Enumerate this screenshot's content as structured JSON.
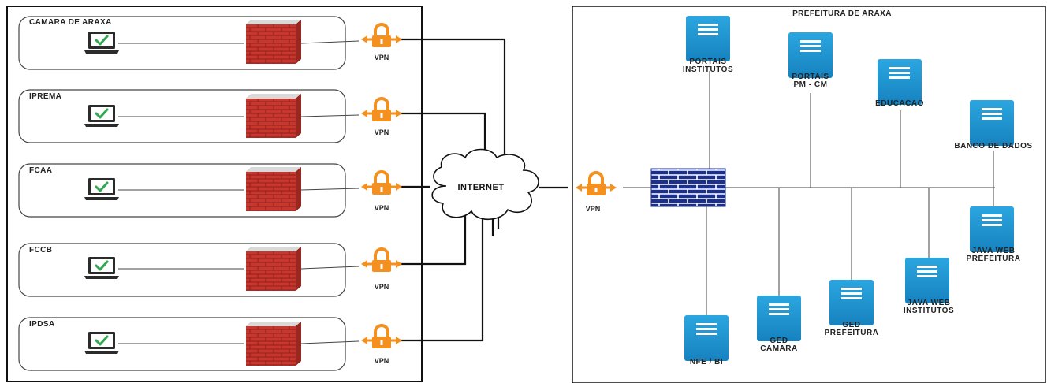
{
  "left_sites": [
    {
      "name": "CAMARA DE ARAXA",
      "vpn": "VPN"
    },
    {
      "name": "IPREMA",
      "vpn": "VPN"
    },
    {
      "name": "FCAA",
      "vpn": "VPN"
    },
    {
      "name": "FCCB",
      "vpn": "VPN"
    },
    {
      "name": "IPDSA",
      "vpn": "VPN"
    }
  ],
  "internet": {
    "label": "INTERNET"
  },
  "prefeitura": {
    "title": "PREFEITURA DE ARAXA",
    "vpn": "VPN",
    "servers": [
      {
        "label1": "PORTAIS",
        "label2": "INSTITUTOS"
      },
      {
        "label1": "PORTAIS",
        "label2": "PM - CM"
      },
      {
        "label1": "EDUCACAO",
        "label2": ""
      },
      {
        "label1": "BANCO DE DADOS",
        "label2": ""
      },
      {
        "label1": "JAVA WEB",
        "label2": "PREFEITURA"
      },
      {
        "label1": "JAVA WEB",
        "label2": "INSTITUTOS"
      },
      {
        "label1": "GED",
        "label2": "PREFEITURA"
      },
      {
        "label1": "GED",
        "label2": "CAMARA"
      },
      {
        "label1": "NFE / BI",
        "label2": ""
      }
    ]
  },
  "colors": {
    "server": "#1f9ad6",
    "firewall_left": "#c8372e",
    "firewall_right": "#1b2f8f",
    "vpn": "#f39020",
    "check": "#2fa84f"
  }
}
